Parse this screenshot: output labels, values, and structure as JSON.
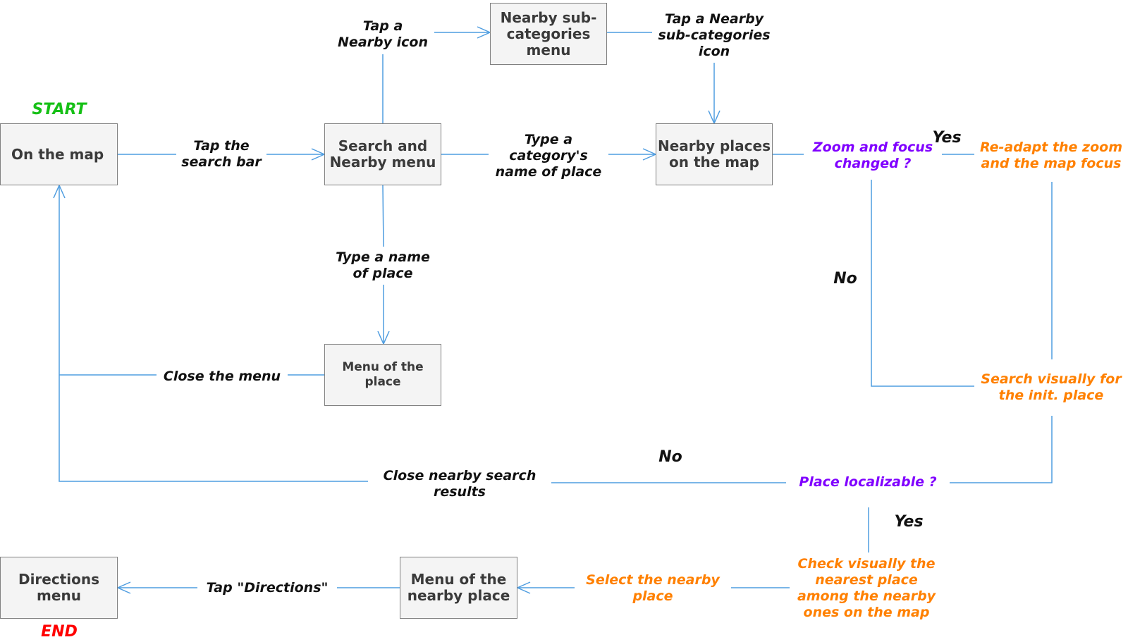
{
  "colors": {
    "line": "#4f9de0",
    "box_fill": "#f4f4f4",
    "box_border": "#808080",
    "action": "#111111",
    "agent_action": "#ff8000",
    "decision": "#8000ff",
    "start": "#16c016",
    "end": "#ff0000"
  },
  "start_label": "START",
  "end_label": "END",
  "nodes": {
    "on_the_map": "On the map",
    "search_nearby_menu": "Search and\nNearby menu",
    "nearby_subcategories_menu": "Nearby sub-\ncategories\nmenu",
    "nearby_places_on_map": "Nearby places\non the map",
    "menu_of_the_place": "Menu of the\nplace",
    "menu_of_nearby_place": "Menu of the\nnearby place",
    "directions_menu": "Directions\nmenu"
  },
  "actions": {
    "tap_search_bar": "Tap the\nsearch bar",
    "tap_nearby_icon": "Tap a\nNearby icon",
    "tap_nearby_subcategories_icon": "Tap a Nearby\nsub-categories\nicon",
    "type_category_name": "Type a\ncategory's\nname of place",
    "type_name_of_place": "Type a name\nof place",
    "close_the_menu": "Close the menu",
    "close_nearby_results": "Close nearby search\nresults",
    "tap_directions": "Tap \"Directions\"",
    "readapt_zoom": "Re-adapt the zoom\nand the map focus",
    "search_visually": "Search visually for\nthe init. place",
    "check_visually": "Check visually the\nnearest place\namong the nearby\nones on the map",
    "select_nearby_place": "Select the nearby\nplace"
  },
  "decisions": {
    "zoom_changed": "Zoom and focus\nchanged ?",
    "place_localizable": "Place localizable ?"
  },
  "answers": {
    "zoom_yes": "Yes",
    "zoom_no": "No",
    "place_no": "No",
    "place_yes": "Yes"
  }
}
